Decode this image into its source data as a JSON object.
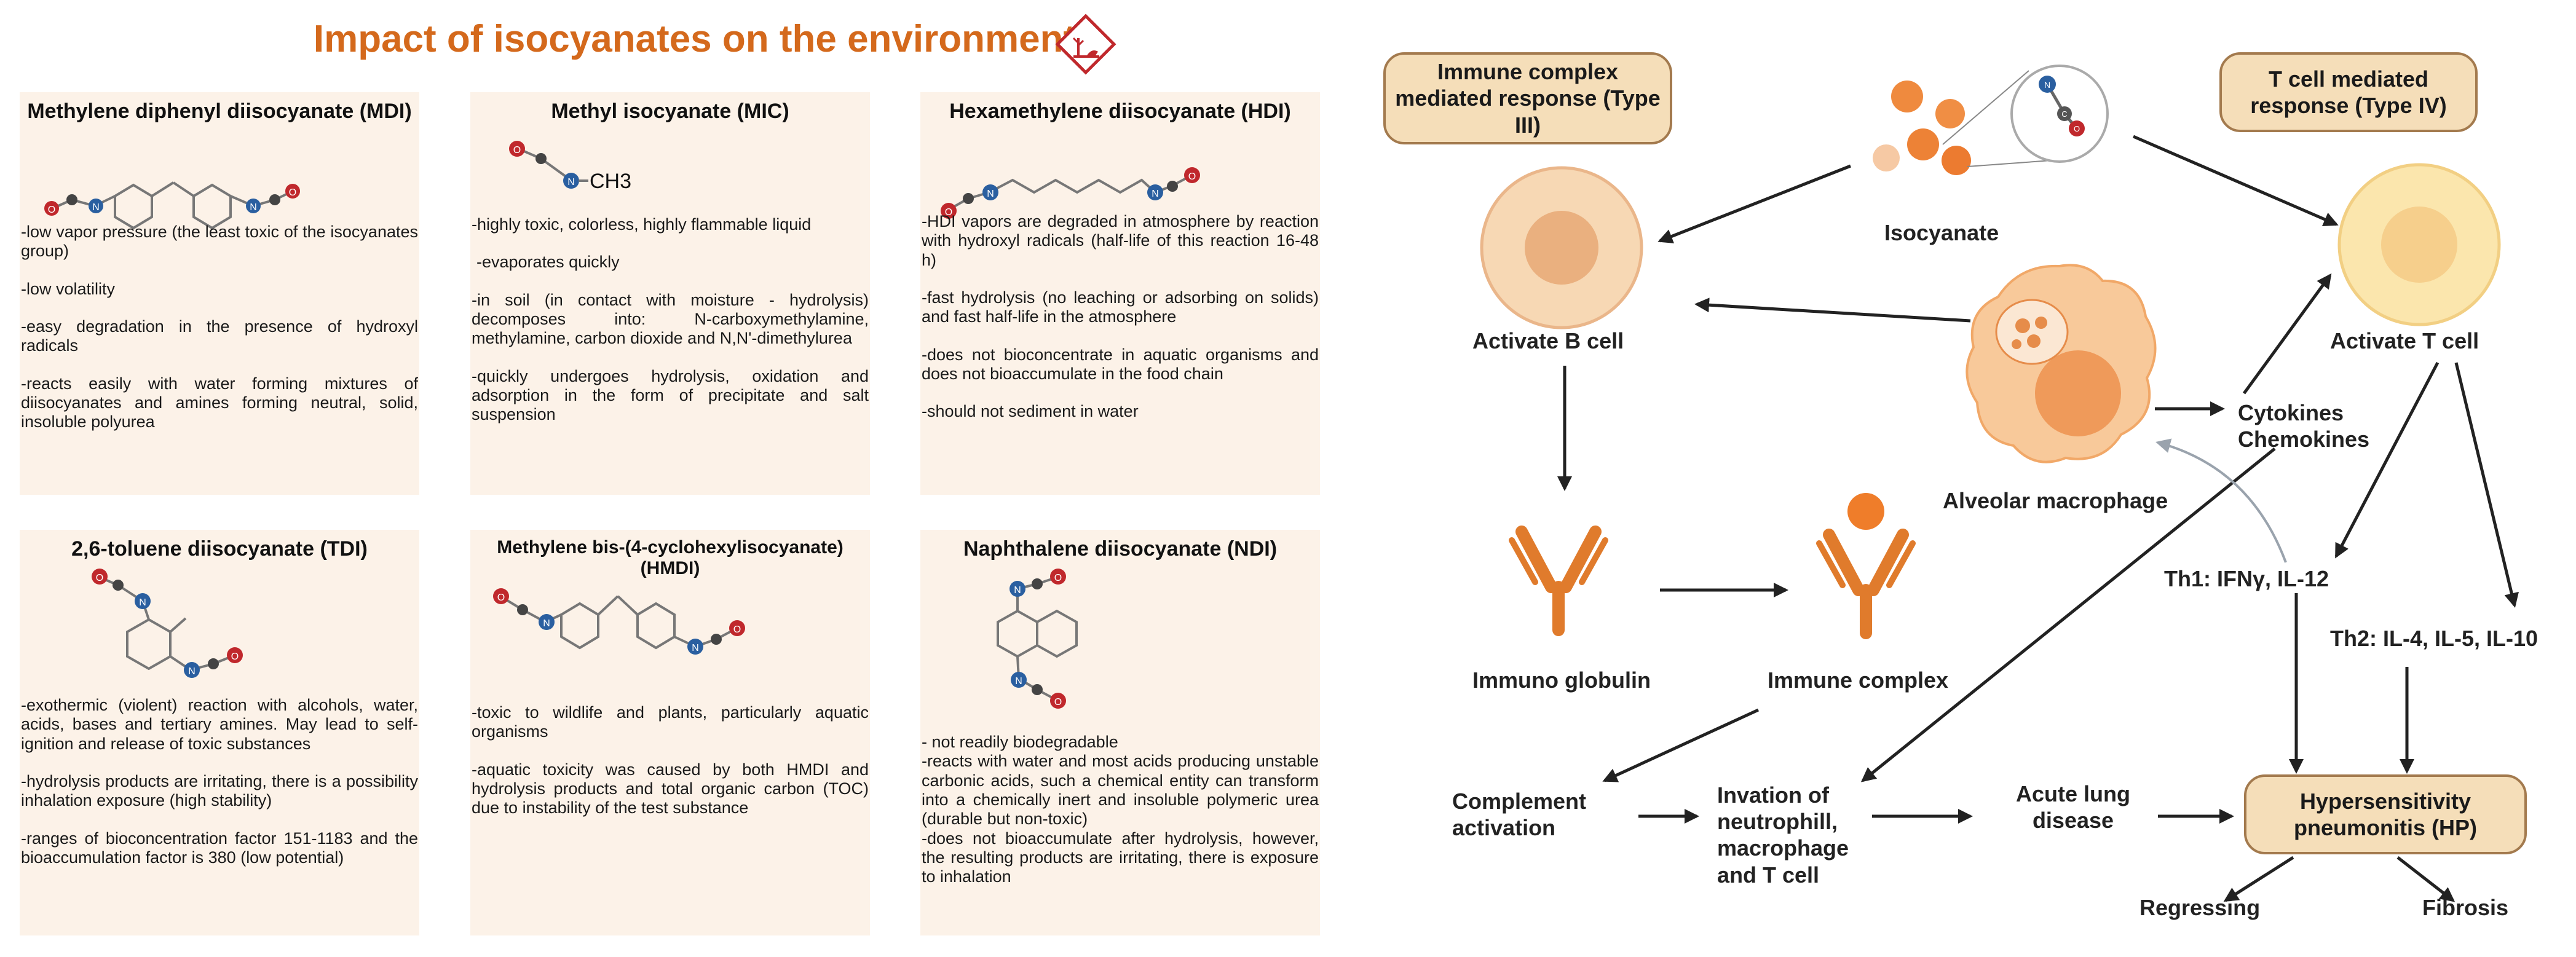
{
  "title": "Impact of isocyanates on the environment",
  "icons": {
    "hazard": "environment-hazard-icon"
  },
  "colors": {
    "accent": "#d4691c",
    "card_bg": "#fcf2e8",
    "box_fill": "#f5deb9",
    "box_border": "#a37a4e",
    "antibody": "#e07b2c",
    "oxygen": "#c0282c",
    "nitrogen": "#2a5fa0"
  },
  "cards": [
    {
      "title": "Methylene diphenyl diisocyanate (MDI)",
      "paragraphs": [
        "-low vapor pressure (the least toxic of the isocyanates group)",
        "-low volatility",
        "-easy degradation in the presence of hydroxyl radicals",
        "-reacts easily with water forming mixtures of diisocyanates and amines forming neutral, solid, insoluble polyurea"
      ]
    },
    {
      "title": "Methyl isocyanate (MIC)",
      "paragraphs": [
        "-highly toxic, colorless, highly flammable liquid",
        "-evaporates quickly",
        "-in soil (in contact with moisture - hydrolysis) decomposes into: N-carboxymethylamine, methylamine, carbon dioxide and N,N'-dimethylurea",
        "-quickly undergoes hydrolysis, oxidation and adsorption in the form of precipitate and salt suspension"
      ]
    },
    {
      "title": "Hexamethylene diisocyanate (HDI)",
      "paragraphs": [
        "-HDI vapors are degraded in atmosphere by reaction with hydroxyl radicals (half-life of this reaction 16-48 h)",
        "-fast hydrolysis (no leaching or adsorbing on solids) and fast half-life in the atmosphere",
        "-does not bioconcentrate in aquatic organisms and does not bioaccumulate in the food chain",
        "-should not sediment in water"
      ]
    },
    {
      "title": "2,6-toluene diisocyanate (TDI)",
      "paragraphs": [
        "-exothermic (violent) reaction with alcohols, water, acids, bases and tertiary amines. May lead to self-ignition and release of toxic substances",
        "-hydrolysis products are irritating, there is a possibility inhalation exposure (high stability)",
        "-ranges of bioconcentration factor 151-1183 and the bioaccumulation factor is 380 (low potential)"
      ]
    },
    {
      "title": "Methylene bis-(4-cyclohexylisocyanate) (HMDI)",
      "paragraphs": [
        "-toxic to wildlife and plants, particularly aquatic organisms",
        "-aquatic toxicity was caused by both HMDI and hydrolysis products and total organic carbon (TOC) due to instability of the test substance"
      ]
    },
    {
      "title": "Naphthalene diisocyanate (NDI)",
      "paragraphs": [
        "- not readily biodegradable",
        " -reacts with water and most acids producing unstable carbonic acids, such a chemical entity can transform into a chemically inert and insoluble polymeric urea (durable but non-toxic)",
        "-does not bioaccumulate after hydrolysis, however, the resulting products are irritating, there is exposure to inhalation"
      ]
    }
  ],
  "atoms": {
    "o": "O",
    "n": "N",
    "c": "C",
    "ch3": "CH3"
  },
  "diagram": {
    "box_type3": "Immune complex mediated response (Type III)",
    "box_type4": "T cell mediated response (Type IV)",
    "isocyanate": "Isocyanate",
    "b_cell": "Activate B cell",
    "t_cell": "Activate T cell",
    "macrophage": "Alveolar macrophage",
    "cytokines": "Cytokines Chemokines",
    "immunoglobulin": "Immuno globulin",
    "immune_complex": "Immune complex",
    "th1": "Th1: IFNγ, IL-12",
    "th2": "Th2: IL-4, IL-5, IL-10",
    "complement": "Complement activation",
    "invasion": "Invation of neutrophill, macrophage and T cell",
    "acute": "Acute lung disease",
    "hp": "Hypersensitivity pneumonitis (HP)",
    "regressing": "Regressing",
    "fibrosis": "Fibrosis"
  }
}
